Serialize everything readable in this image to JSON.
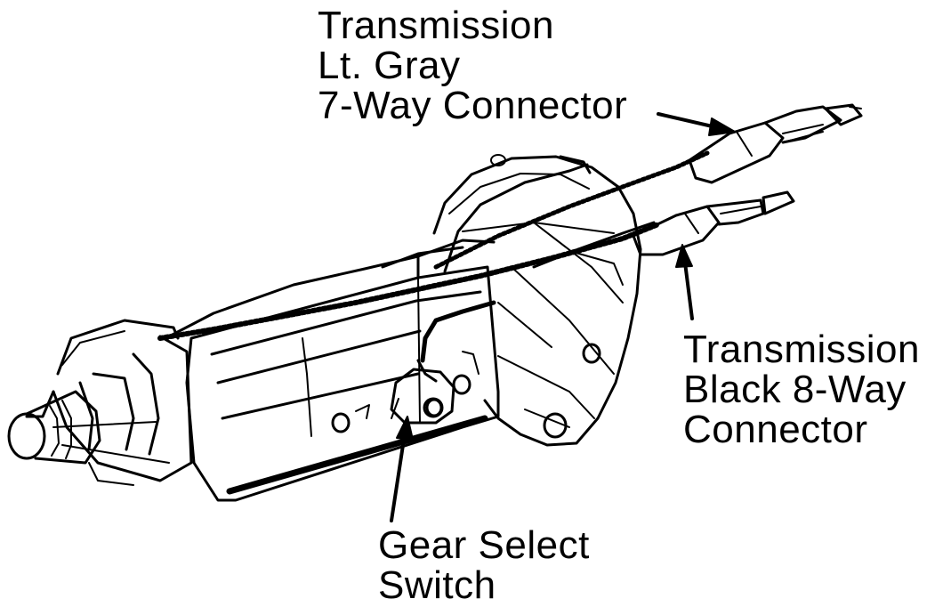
{
  "colors": {
    "ink": "#000000",
    "background": "#ffffff"
  },
  "labels": {
    "seven_way": {
      "line1": "Transmission",
      "line2": "Lt. Gray",
      "line3": "7-Way Connector"
    },
    "eight_way": {
      "line1": "Transmission",
      "line2": "Black 8-Way",
      "line3": "Connector"
    },
    "gear_switch": {
      "line1": "Gear Select",
      "line2": "Switch"
    }
  }
}
